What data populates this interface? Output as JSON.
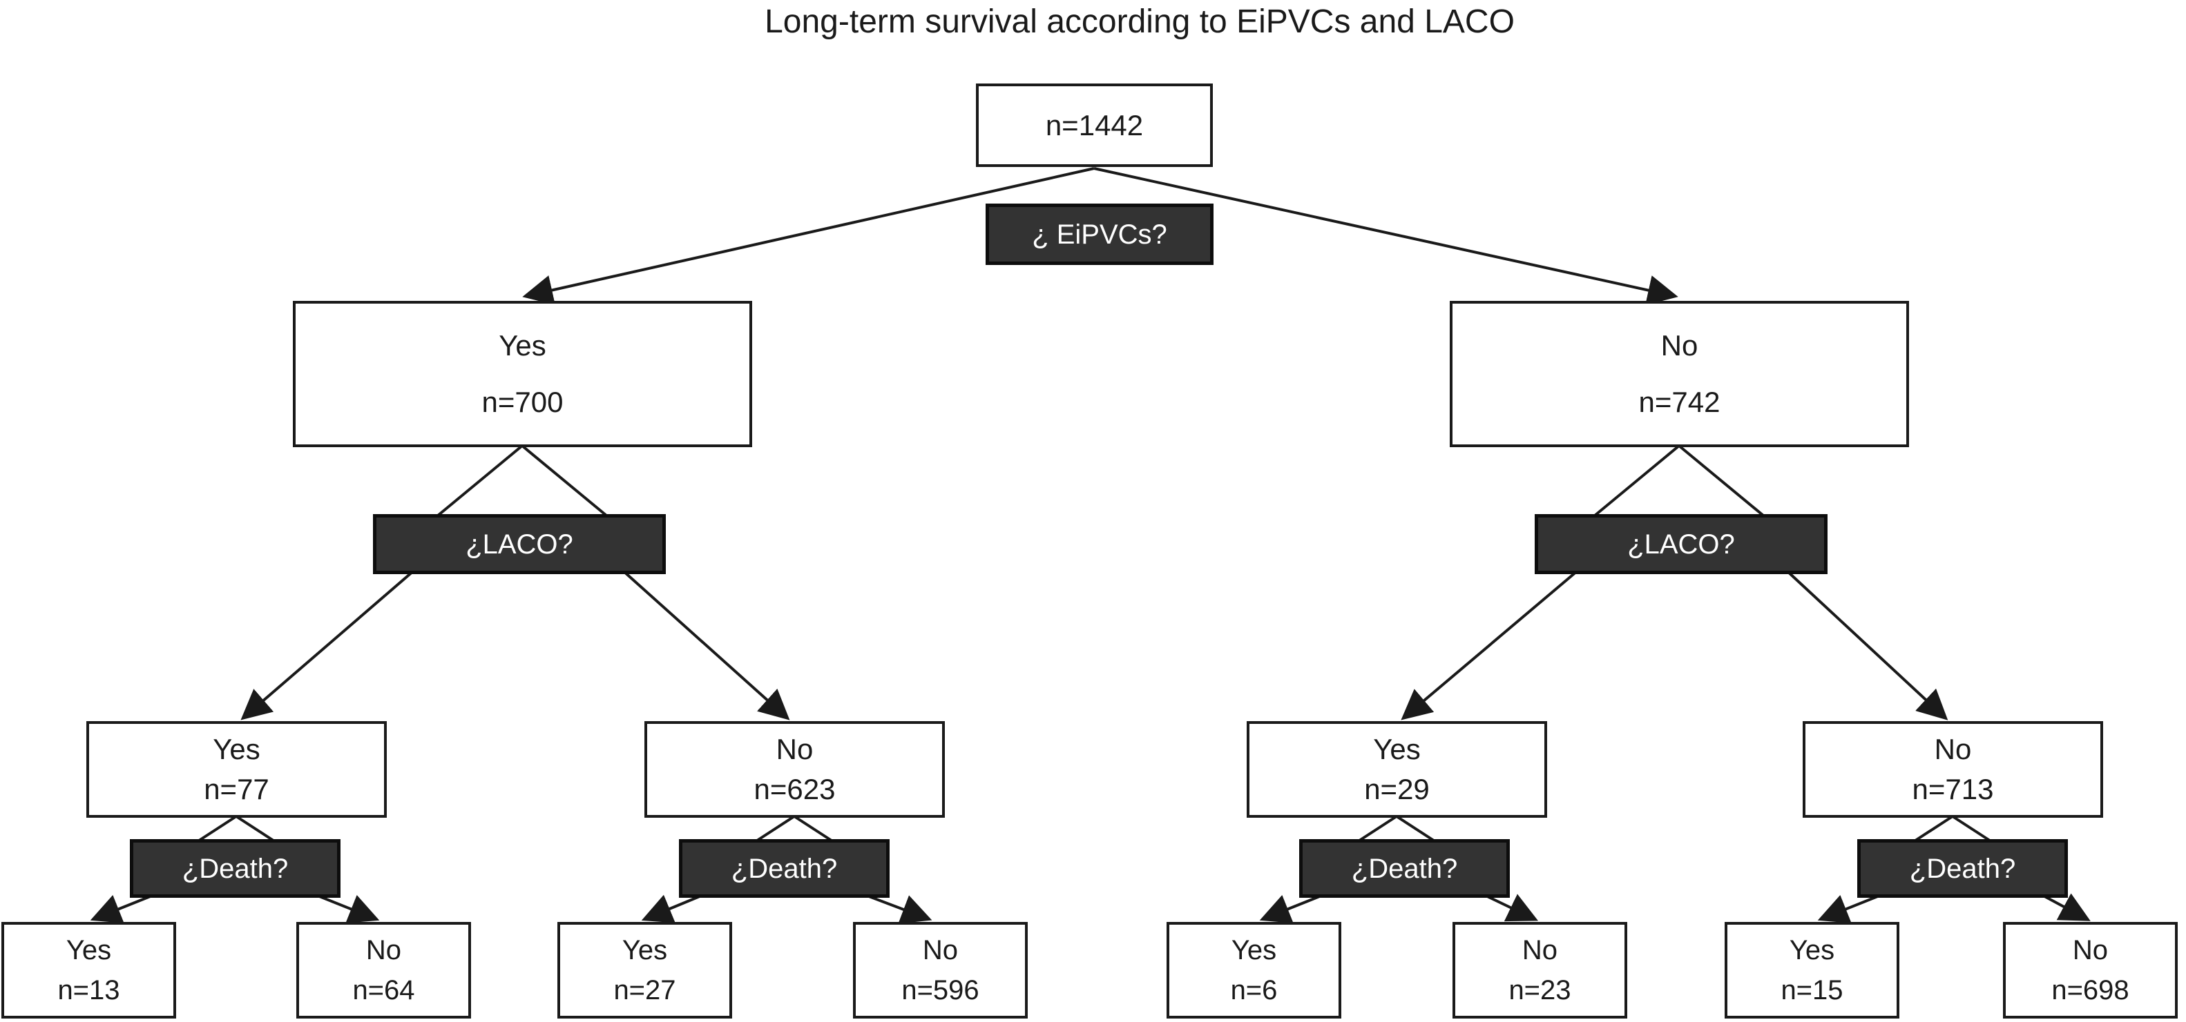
{
  "title": "Long-term survival according to EiPVCs and LACO",
  "colors": {
    "background": "#ffffff",
    "box_fill": "#ffffff",
    "box_border": "#1a1a1a",
    "decision_fill": "#333333",
    "decision_border": "#0d0d0d",
    "decision_text": "#ffffff",
    "line": "#1a1a1a",
    "text": "#1a1a1a"
  },
  "tree": {
    "root": {
      "n": "n=1442"
    },
    "questions": {
      "eipvcs": "¿ EiPVCs?",
      "laco": "¿LACO?",
      "death": "¿Death?"
    },
    "level1": [
      {
        "answer": "Yes",
        "n": "n=700"
      },
      {
        "answer": "No",
        "n": "n=742"
      }
    ],
    "level2": [
      {
        "answer": "Yes",
        "n": "n=77"
      },
      {
        "answer": "No",
        "n": "n=623"
      },
      {
        "answer": "Yes",
        "n": "n=29"
      },
      {
        "answer": "No",
        "n": "n=713"
      }
    ],
    "leaves": [
      {
        "answer": "Yes",
        "n": "n=13"
      },
      {
        "answer": "No",
        "n": "n=64"
      },
      {
        "answer": "Yes",
        "n": "n=27"
      },
      {
        "answer": "No",
        "n": "n=596"
      },
      {
        "answer": "Yes",
        "n": "n=6"
      },
      {
        "answer": "No",
        "n": "n=23"
      },
      {
        "answer": "Yes",
        "n": "n=15"
      },
      {
        "answer": "No",
        "n": "n=698"
      }
    ]
  }
}
